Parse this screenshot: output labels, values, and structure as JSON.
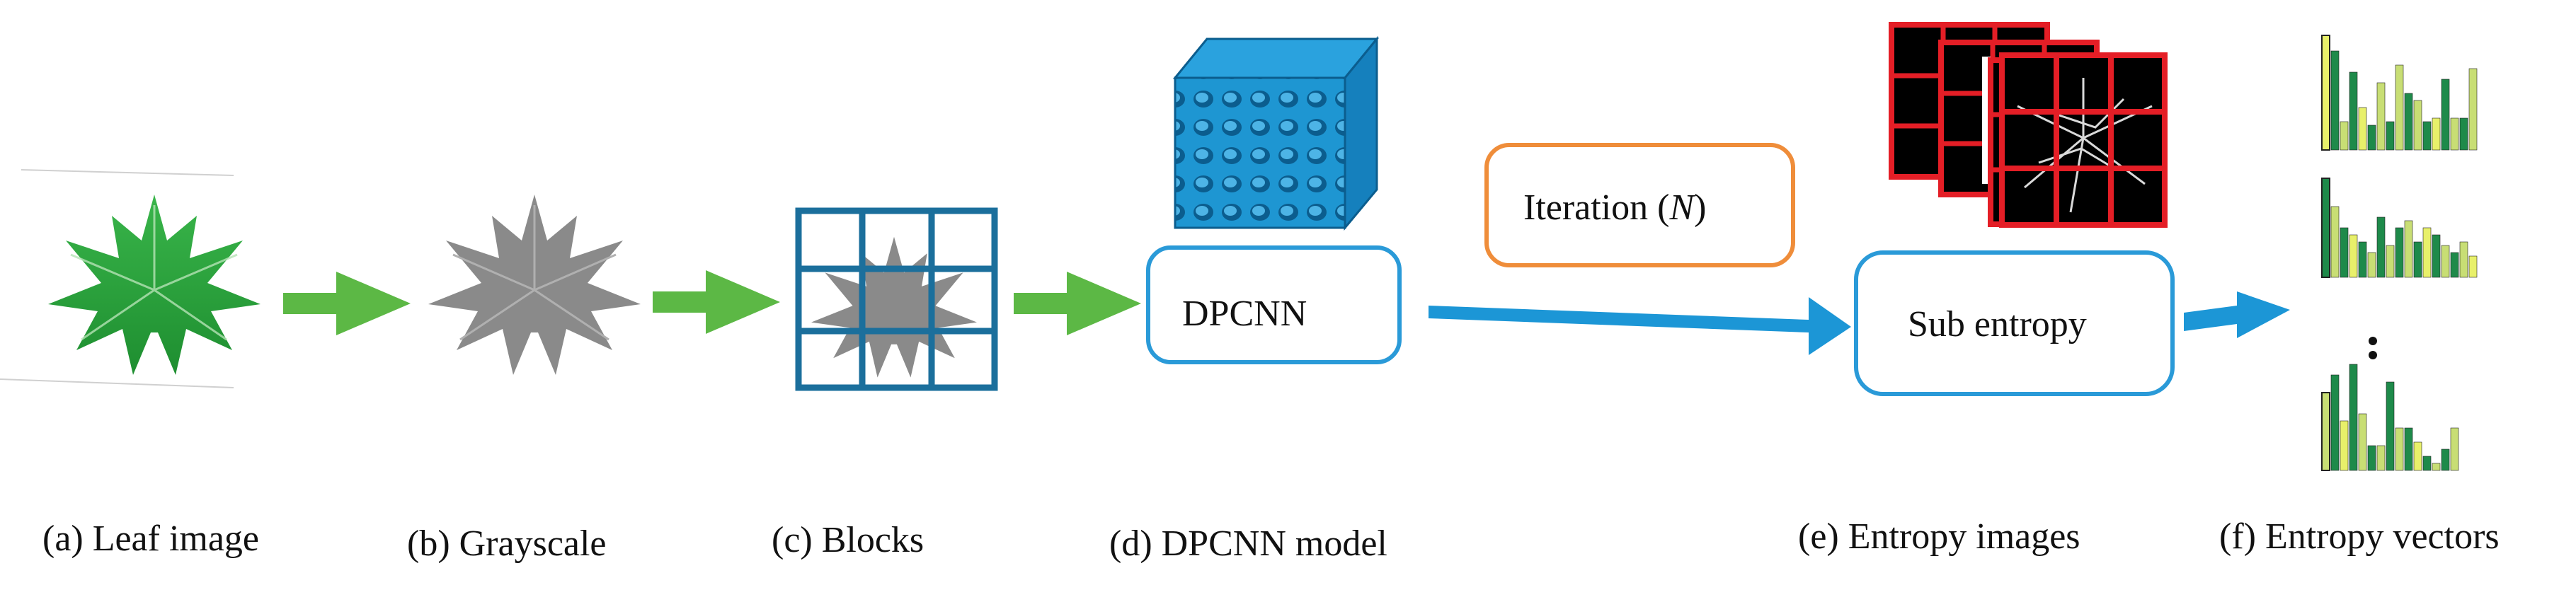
{
  "captions": {
    "a": "(a) Leaf image",
    "b": "(b) Grayscale",
    "c": "(c) Blocks",
    "d": "(d) DPCNN model",
    "e": "(e) Entropy images",
    "f": "(f) Entropy vectors"
  },
  "boxes": {
    "dpcnn": "DPCNN",
    "iteration_prefix": "Iteration (",
    "iteration_var": "N",
    "iteration_suffix": ")",
    "sub_entropy": "Sub entropy"
  },
  "colors": {
    "leaf_green": "#2fa83a",
    "arrow_green": "#5cb845",
    "arrow_blue": "#1c96d6",
    "block_blue": "#1b6f9c",
    "box_blue": "#2a9ad8",
    "iteration_orange": "#ef8d3a",
    "entropy_red": "#e41e26",
    "bar_dark": "#1e8a4a",
    "bar_light": "#c8de74"
  }
}
